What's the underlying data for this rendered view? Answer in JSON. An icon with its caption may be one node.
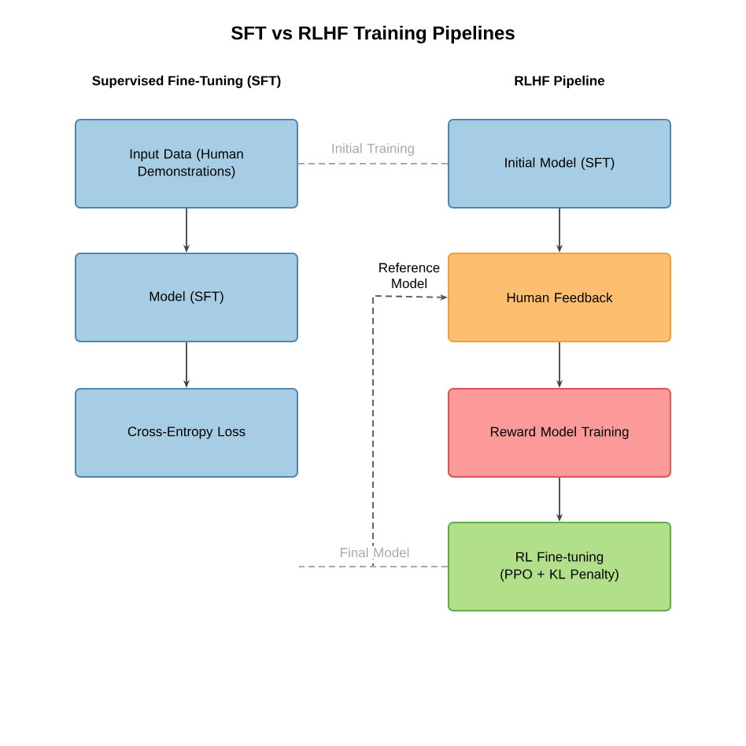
{
  "diagram": {
    "title": "SFT vs RLHF Training Pipelines",
    "nodes": [
      {
        "text": [
          "Input Data (Human Demonstrations)"
        ]
      },
      {
        "text": [
          "Model (SFT)"
        ]
      },
      {
        "text": [
          "Cross-Entropy Loss"
        ]
      },
      {
        "text": [
          "Initial Model (SFT)"
        ]
      },
      {
        "text": [
          "Human Feedback"
        ]
      },
      {
        "text": [
          "Reward Model Training"
        ]
      },
      {
        "text": [
          "RL Fine-tuning (PPO + KL Penalty)"
        ]
      }
    ],
    "edges": [
      {
        "from": 0,
        "to": 1,
        "arrow": "to"
      },
      {
        "from": 1,
        "to": 2,
        "arrow": "to"
      },
      {
        "from": 0,
        "to": 3,
        "arrow": "none",
        "label": "Initial Training",
        "style": "dashed",
        "color": "#aaaaaa"
      },
      {
        "from": 3,
        "to": 4,
        "arrow": "to"
      },
      {
        "from": 4,
        "to": 5,
        "arrow": "to"
      },
      {
        "from": 5,
        "to": 6,
        "arrow": "to"
      },
      {
        "from": 6,
        "to": 4,
        "arrow": "to",
        "label": "Reference Model",
        "style": "dashed",
        "color": "#555555"
      },
      {
        "from": 6,
        "to": null,
        "arrow": "none",
        "label": "Final Model",
        "style": "dashed",
        "color": "#aaaaaa"
      }
    ],
    "labels": [
      "Supervised Fine-Tuning (SFT)",
      "RLHF Pipeline"
    ]
  }
}
